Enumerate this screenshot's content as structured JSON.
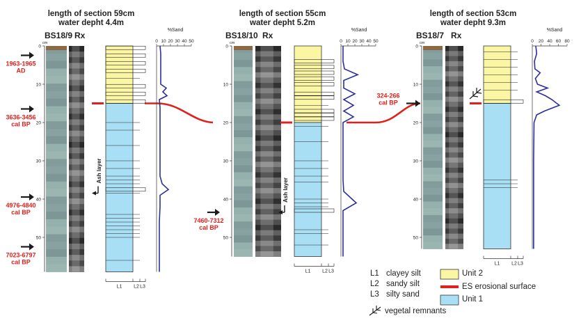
{
  "columns": [
    {
      "id": "bs18-9",
      "header_line1": "length of section 59cm",
      "header_line2": "water depht 4.4m",
      "core_name": "BS18/9",
      "rx_label": "Rx",
      "sand_title": "%Sand",
      "sand_ticks": [
        "0",
        "10",
        "20",
        "30",
        "40",
        "50"
      ],
      "sand_max": 50,
      "depth_ticks": [
        0,
        10,
        20,
        30,
        40,
        50
      ],
      "depth_unit": "cm",
      "section_length": 59,
      "unit_boundary_depth": 15,
      "ash_layer_label": "Ash layer",
      "ash_depth": 37,
      "dates": [
        {
          "text_line1": "1963-1965",
          "text_line2": "AD",
          "depth": 3
        },
        {
          "text_line1": "3636-3456",
          "text_line2": "cal BP",
          "depth": 17
        },
        {
          "text_line1": "4976-4840",
          "text_line2": "cal BP",
          "depth": 40
        },
        {
          "text_line1": "7023-6797",
          "text_line2": "cal BP",
          "depth": 53
        }
      ],
      "layers": [
        {
          "depth": 0.5,
          "lvl": 3
        },
        {
          "depth": 2.5,
          "lvl": 3
        },
        {
          "depth": 4.5,
          "lvl": 3
        },
        {
          "depth": 6.5,
          "lvl": 3
        },
        {
          "depth": 8.5,
          "lvl": 2
        },
        {
          "depth": 10.5,
          "lvl": 3
        },
        {
          "depth": 12.5,
          "lvl": 3
        },
        {
          "depth": 14.5,
          "lvl": 3
        },
        {
          "depth": 20,
          "lvl": 2
        },
        {
          "depth": 22,
          "lvl": 2
        },
        {
          "depth": 26,
          "lvl": 2
        },
        {
          "depth": 30,
          "lvl": 2
        },
        {
          "depth": 32,
          "lvl": 2
        },
        {
          "depth": 34,
          "lvl": 2
        },
        {
          "depth": 35,
          "lvl": 2
        },
        {
          "depth": 36,
          "lvl": 2
        },
        {
          "depth": 37.5,
          "lvl": 3
        },
        {
          "depth": 38.5,
          "lvl": 2
        },
        {
          "depth": 44,
          "lvl": 2
        },
        {
          "depth": 45,
          "lvl": 2
        },
        {
          "depth": 46,
          "lvl": 2
        },
        {
          "depth": 47,
          "lvl": 2
        },
        {
          "depth": 48,
          "lvl": 2
        },
        {
          "depth": 49,
          "lvl": 2
        },
        {
          "depth": 50,
          "lvl": 2
        },
        {
          "depth": 56,
          "lvl": 2
        }
      ],
      "sand_curve": [
        [
          0,
          5
        ],
        [
          2,
          6
        ],
        [
          4,
          6
        ],
        [
          6,
          6
        ],
        [
          8,
          6
        ],
        [
          10,
          6
        ],
        [
          11,
          14
        ],
        [
          12,
          9
        ],
        [
          13,
          15
        ],
        [
          14,
          4
        ],
        [
          16,
          5
        ],
        [
          20,
          5
        ],
        [
          25,
          5
        ],
        [
          30,
          5
        ],
        [
          34,
          5
        ],
        [
          36,
          8
        ],
        [
          37.5,
          17
        ],
        [
          39,
          5
        ],
        [
          42,
          5
        ],
        [
          46,
          4
        ],
        [
          50,
          4
        ],
        [
          55,
          4
        ],
        [
          59,
          4
        ]
      ],
      "strat_labels": [
        "L1",
        "L2",
        "L3"
      ]
    },
    {
      "id": "bs18-10",
      "header_line1": "length of section 55cm",
      "header_line2": "water depht 5.2m",
      "core_name": "BS18/10",
      "rx_label": "Rx",
      "sand_title": "%Sand",
      "sand_ticks": [
        "0",
        "10",
        "20",
        "30",
        "40",
        "50"
      ],
      "sand_max": 50,
      "depth_ticks": [
        0,
        10,
        20,
        30,
        40,
        50
      ],
      "depth_unit": "cm",
      "section_length": 55,
      "unit_boundary_depth": 20,
      "ash_layer_label": "Ash layer",
      "ash_depth": 42,
      "dates": [
        {
          "text_line1": "7460-7312",
          "text_line2": "cal BP",
          "depth": 44
        }
      ],
      "layers": [
        {
          "depth": 4,
          "lvl": 3
        },
        {
          "depth": 5.5,
          "lvl": 3
        },
        {
          "depth": 7,
          "lvl": 3
        },
        {
          "depth": 8.5,
          "lvl": 3
        },
        {
          "depth": 10,
          "lvl": 3
        },
        {
          "depth": 12.5,
          "lvl": 3
        },
        {
          "depth": 13.5,
          "lvl": 3
        },
        {
          "depth": 15.5,
          "lvl": 2
        },
        {
          "depth": 17,
          "lvl": 3
        },
        {
          "depth": 18,
          "lvl": 3
        },
        {
          "depth": 19,
          "lvl": 3
        },
        {
          "depth": 21,
          "lvl": 2
        },
        {
          "depth": 25,
          "lvl": 2
        },
        {
          "depth": 30,
          "lvl": 2
        },
        {
          "depth": 32,
          "lvl": 2
        },
        {
          "depth": 34,
          "lvl": 2
        },
        {
          "depth": 35.5,
          "lvl": 2
        },
        {
          "depth": 40,
          "lvl": 2
        },
        {
          "depth": 41,
          "lvl": 2
        },
        {
          "depth": 42,
          "lvl": 2
        },
        {
          "depth": 43,
          "lvl": 3
        },
        {
          "depth": 48,
          "lvl": 2
        },
        {
          "depth": 49,
          "lvl": 2
        },
        {
          "depth": 52,
          "lvl": 2
        }
      ],
      "sand_curve": [
        [
          0,
          3
        ],
        [
          4,
          3
        ],
        [
          6,
          5
        ],
        [
          7.5,
          24
        ],
        [
          9,
          4
        ],
        [
          11,
          4
        ],
        [
          12.5,
          20
        ],
        [
          14,
          4
        ],
        [
          15.5,
          18
        ],
        [
          17,
          4
        ],
        [
          18.5,
          18
        ],
        [
          20,
          3
        ],
        [
          25,
          3
        ],
        [
          35,
          3
        ],
        [
          38,
          4
        ],
        [
          41,
          22
        ],
        [
          43,
          3
        ],
        [
          47,
          3
        ],
        [
          55,
          3
        ]
      ],
      "strat_labels": [
        "L1",
        "L2",
        "L3"
      ]
    },
    {
      "id": "bs18-7",
      "header_line1": "length of section 53cm",
      "header_line2": "water depht 9.3m",
      "core_name": "BS18/7",
      "rx_label": "Rx",
      "sand_title": "%Sand",
      "sand_ticks": [
        "0",
        "20",
        "40",
        "60",
        "80"
      ],
      "sand_max": 80,
      "depth_ticks": [
        0,
        10,
        20,
        30,
        40,
        50
      ],
      "depth_unit": "cm",
      "section_length": 53,
      "unit_boundary_depth": 15,
      "ash_layer_label": "",
      "ash_depth": null,
      "dates": [
        {
          "text_line1": "324-266",
          "text_line2": "cal BP",
          "depth": 15
        }
      ],
      "layers": [
        {
          "depth": 1.5,
          "lvl": 2
        },
        {
          "depth": 3.5,
          "lvl": 2
        },
        {
          "depth": 5.5,
          "lvl": 2
        },
        {
          "depth": 7.5,
          "lvl": 2
        },
        {
          "depth": 9.5,
          "lvl": 2
        },
        {
          "depth": 11.5,
          "lvl": 2
        },
        {
          "depth": 14.5,
          "lvl": 3
        },
        {
          "depth": 35,
          "lvl": 2
        },
        {
          "depth": 36,
          "lvl": 2
        },
        {
          "depth": 37,
          "lvl": 2
        }
      ],
      "sand_curve": [
        [
          0,
          8
        ],
        [
          2,
          10
        ],
        [
          4,
          5
        ],
        [
          6,
          6
        ],
        [
          7,
          18
        ],
        [
          8.5,
          7
        ],
        [
          10,
          12
        ],
        [
          11,
          35
        ],
        [
          12,
          10
        ],
        [
          13,
          30
        ],
        [
          14,
          45
        ],
        [
          15.5,
          62
        ],
        [
          17,
          28
        ],
        [
          18,
          10
        ],
        [
          20,
          4
        ],
        [
          30,
          3
        ],
        [
          40,
          3
        ],
        [
          53,
          3
        ]
      ],
      "strat_labels": [
        "L1",
        "L2",
        "L3"
      ]
    }
  ],
  "legend": {
    "grain_classes": [
      {
        "code": "L1",
        "label": "clayey silt"
      },
      {
        "code": "L2",
        "label": "sandy silt"
      },
      {
        "code": "L3",
        "label": "silty sand"
      }
    ],
    "units": [
      {
        "label": "Unit 2",
        "color": "#fbf6a4"
      },
      {
        "label": "ES erosional surface",
        "color": "#e0201c"
      },
      {
        "label": "Unit 1",
        "color": "#a9dff4"
      }
    ],
    "vegetal": "vegetal remnants"
  },
  "colors": {
    "unit2": "#fbf6a4",
    "unit1": "#a9dff4",
    "erosional": "#e0201c",
    "sand_curve": "#2b2f9c",
    "date_text": "#e0201c"
  }
}
